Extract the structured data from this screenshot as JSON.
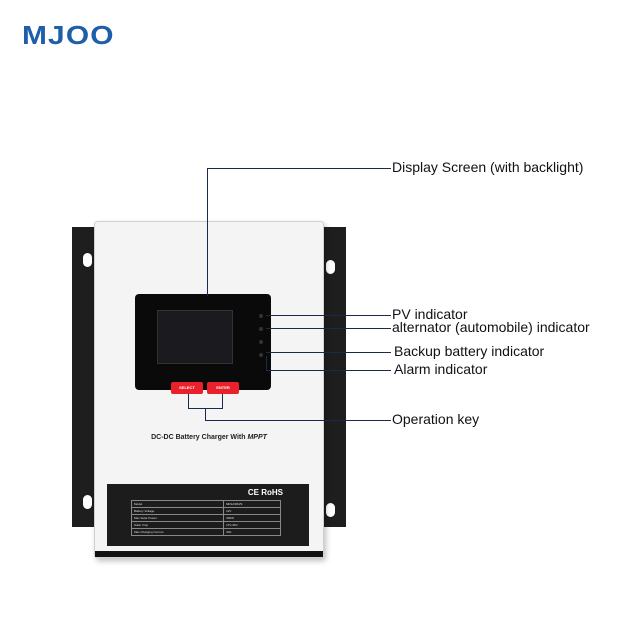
{
  "brand": {
    "logo_text": "MJOO",
    "logo_color": "#1d5fa8"
  },
  "device": {
    "model_title": "DC-DC Battery Charger With ",
    "model_title_mppt": "MPPT",
    "keys": {
      "select": "SELECT",
      "enter": "ENTER",
      "key_color": "#e8212b"
    },
    "certifications": "CE RoHS",
    "spec_table": [
      [
        "Model",
        "MD1230N/S"
      ],
      [
        "Battery Voltage",
        "12V"
      ],
      [
        "Max.Solar Power",
        "400W"
      ],
      [
        "Solar Vmp",
        "17V-36V"
      ],
      [
        "Max.Charging Current",
        "30A"
      ]
    ]
  },
  "callouts": {
    "display_screen": "Display Screen (with backlight)",
    "pv_indicator": "PV indicator",
    "alternator_indicator": "alternator (automobile) indicator",
    "backup_battery_indicator": "Backup battery indicator",
    "alarm_indicator": "Alarm indicator",
    "operation_key": "Operation key"
  }
}
